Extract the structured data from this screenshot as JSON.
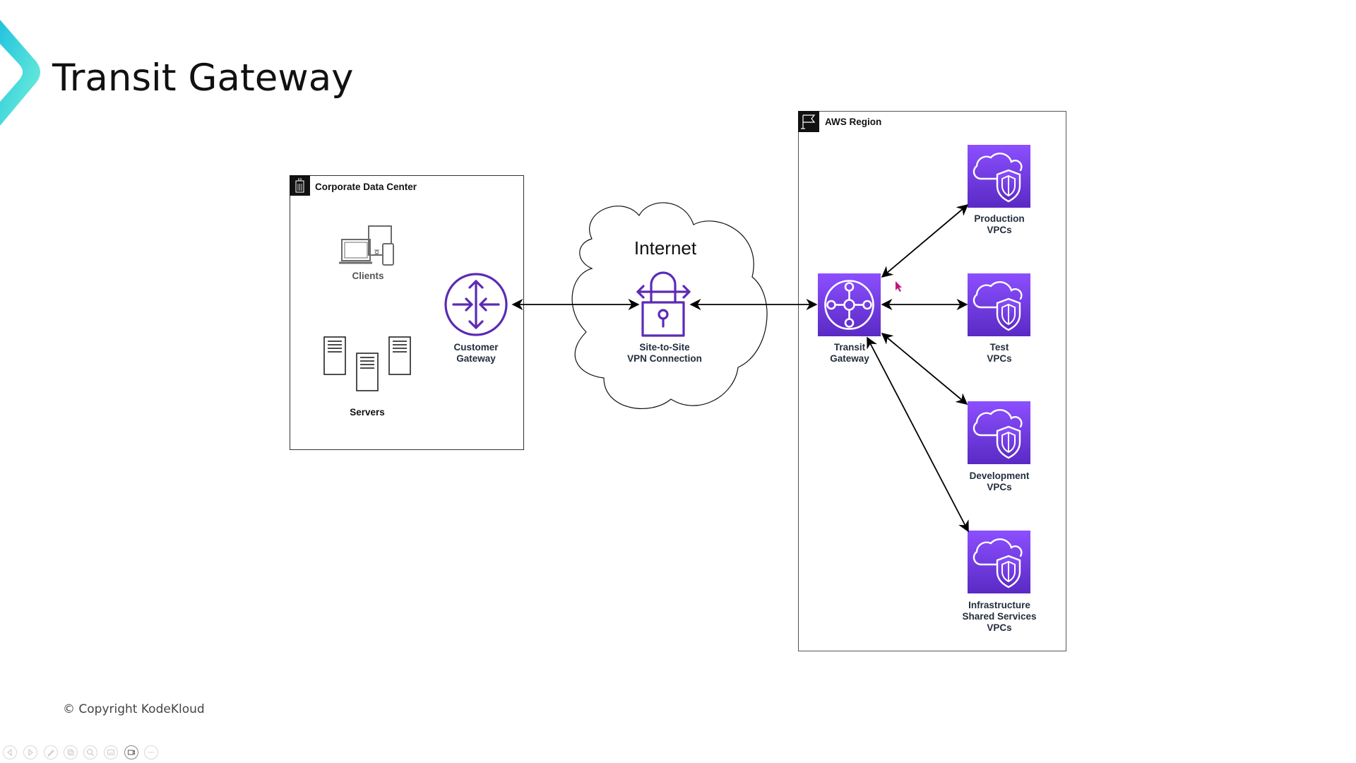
{
  "slide": {
    "title": "Transit Gateway",
    "copyright": "© Copyright KodeKloud",
    "brand_colors": {
      "logo_start": "#29c8e0",
      "logo_end": "#6ff0d8",
      "aws_purple": "#6b2fd0",
      "aws_purple_light": "#8c4fff"
    }
  },
  "diagram": {
    "corporate_dc": {
      "title": "Corporate Data Center",
      "icon": "office-building-icon",
      "clients_label": "Clients",
      "servers_label": "Servers",
      "customer_gateway_label": [
        "Customer",
        "Gateway"
      ]
    },
    "internet": {
      "title": "Internet",
      "vpn_label": [
        "Site-to-Site",
        "VPN Connection"
      ]
    },
    "aws_region": {
      "title": "AWS Region",
      "icon": "flag-icon",
      "transit_gateway_label": [
        "Transit",
        "Gateway"
      ],
      "vpcs": [
        {
          "label": [
            "Production",
            "VPCs"
          ]
        },
        {
          "label": [
            "Test",
            "VPCs"
          ]
        },
        {
          "label": [
            "Development",
            "VPCs"
          ]
        },
        {
          "label": [
            "Infrastructure",
            "Shared Services",
            "VPCs"
          ]
        }
      ]
    },
    "connections": [
      {
        "from": "Customer Gateway",
        "to": "Site-to-Site VPN Connection",
        "direction": "bidirectional"
      },
      {
        "from": "Site-to-Site VPN Connection",
        "to": "Transit Gateway",
        "direction": "bidirectional"
      },
      {
        "from": "Transit Gateway",
        "to": "Production VPCs",
        "direction": "bidirectional"
      },
      {
        "from": "Transit Gateway",
        "to": "Test VPCs",
        "direction": "bidirectional"
      },
      {
        "from": "Transit Gateway",
        "to": "Development VPCs",
        "direction": "bidirectional"
      },
      {
        "from": "Transit Gateway",
        "to": "Infrastructure Shared Services VPCs",
        "direction": "bidirectional"
      }
    ]
  },
  "presenter_toolbar": {
    "buttons": [
      {
        "name": "previous-slide",
        "icon": "arrow-left-icon"
      },
      {
        "name": "next-slide",
        "icon": "arrow-right-icon"
      },
      {
        "name": "pen",
        "icon": "pen-icon"
      },
      {
        "name": "see-all-slides",
        "icon": "slides-icon"
      },
      {
        "name": "zoom",
        "icon": "magnifier-icon"
      },
      {
        "name": "subtitles",
        "icon": "subtitles-icon"
      },
      {
        "name": "camera",
        "icon": "camera-icon"
      },
      {
        "name": "more-options",
        "icon": "more-icon"
      }
    ]
  }
}
